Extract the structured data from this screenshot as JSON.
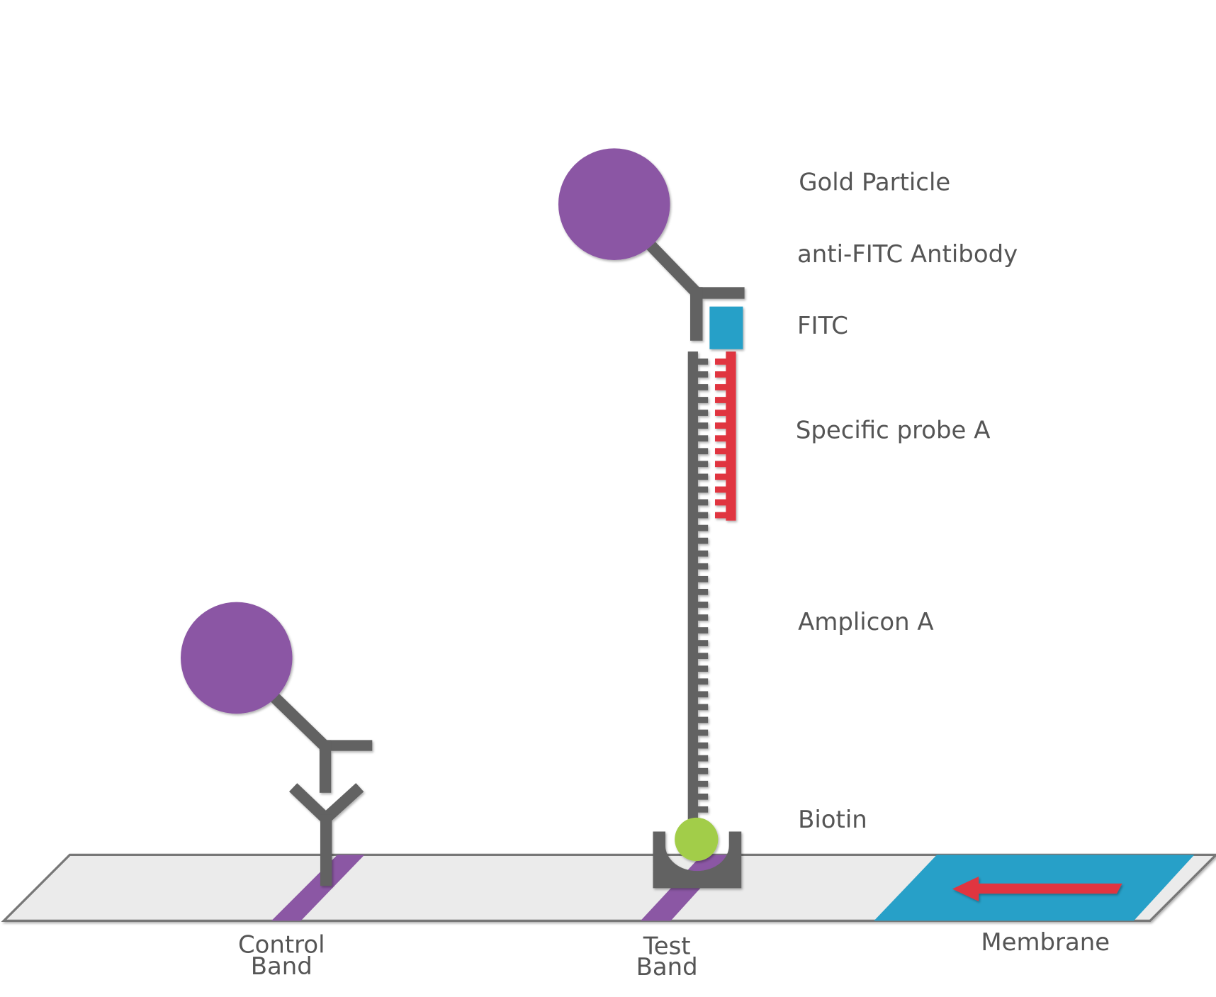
{
  "labels": {
    "gold_particle": "Gold Particle",
    "anti_fitc_antibody": "anti-FITC Antibody",
    "fitc": "FITC",
    "specific_probe": "Specific probe A",
    "amplicon": "Amplicon A",
    "biotin": "Biotin",
    "control_band_line1": "Control",
    "control_band_line2": "Band",
    "test_band_line1": "Test",
    "test_band_line2": "Band",
    "membrane": "Membrane"
  },
  "colors": {
    "gold_particle": "#8b57a4",
    "antibody": "#626262",
    "fitc": "#27a0c8",
    "probe": "#e03540",
    "biotin": "#a2cd4a",
    "strip": "#ebebeb",
    "band": "#8b57a4",
    "membrane": "#27a0c8",
    "text": "#555555"
  },
  "flow_direction": "left"
}
